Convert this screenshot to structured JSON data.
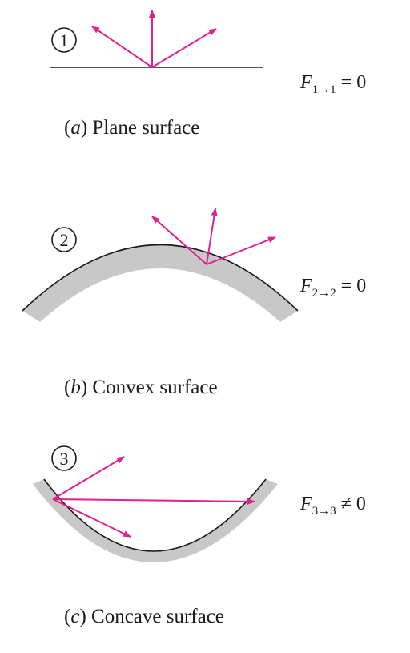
{
  "panels": [
    {
      "circle_label": "1",
      "caption_letter": "a",
      "caption_text": "Plane surface",
      "eq_main": "F",
      "eq_sub": "1→1",
      "eq_tail": "= 0"
    },
    {
      "circle_label": "2",
      "caption_letter": "b",
      "caption_text": "Convex surface",
      "eq_main": "F",
      "eq_sub": "2→2",
      "eq_tail": "= 0"
    },
    {
      "circle_label": "3",
      "caption_letter": "c",
      "caption_text": "Concave surface",
      "eq_main": "F",
      "eq_sub": "3→3",
      "eq_tail": "≠ 0"
    }
  ],
  "colors": {
    "ray": "#e0208f",
    "wall": "#c8c8c8",
    "line": "#1a1a1a",
    "text": "#1a1a1a"
  }
}
